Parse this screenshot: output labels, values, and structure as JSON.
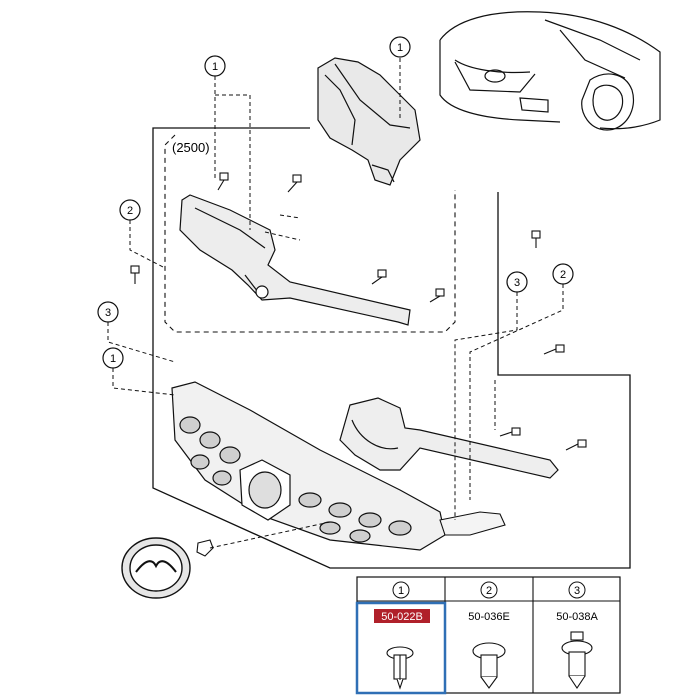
{
  "diagram": {
    "assembly_ref": "(2500)",
    "callouts": [
      {
        "id": "callout-top-right",
        "num": "1"
      },
      {
        "id": "callout-top-left",
        "num": "1"
      },
      {
        "id": "callout-left-upper",
        "num": "2"
      },
      {
        "id": "callout-left-mid",
        "num": "3"
      },
      {
        "id": "callout-left-low",
        "num": "1"
      },
      {
        "id": "callout-right-3",
        "num": "3"
      },
      {
        "id": "callout-right-2",
        "num": "2"
      }
    ],
    "legend": {
      "headers": [
        "1",
        "2",
        "3"
      ],
      "parts": [
        "50-022B",
        "50-036E",
        "50-038A"
      ],
      "selected_index": 0
    }
  },
  "colors": {
    "line": "#111111",
    "highlight_fill": "#b0202a",
    "selection_border": "#2f6fb5"
  }
}
